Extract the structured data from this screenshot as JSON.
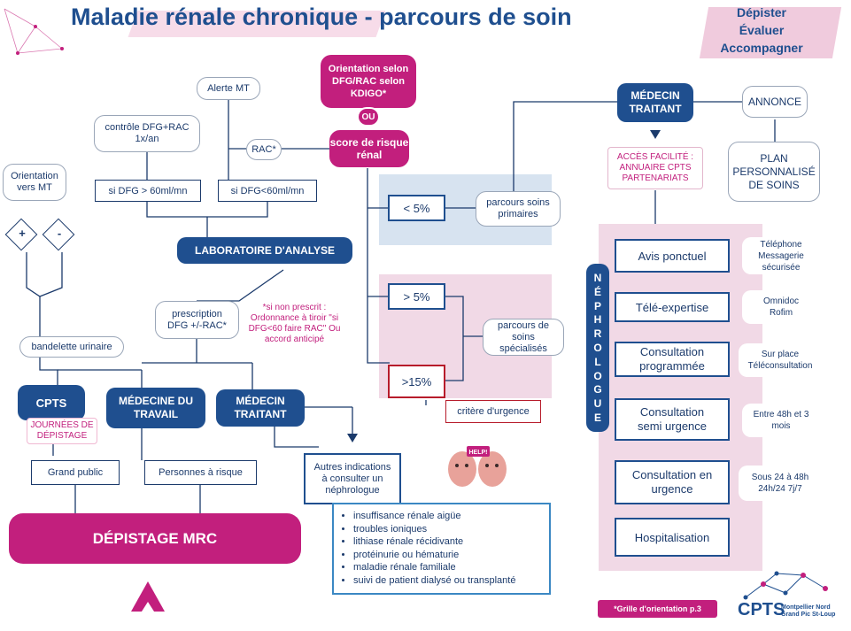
{
  "header": {
    "title": "Maladie rénale chronique - parcours de soin",
    "tagline": [
      "Dépister",
      "Évaluer",
      "Accompagner"
    ]
  },
  "orientation": {
    "kdigo": "Orientation selon DFG/RAC selon KDIGO*",
    "ou": "OU",
    "score": "score de risque rénal"
  },
  "left": {
    "alerte": "Alerte MT",
    "controle": "contrôle DFG+RAC 1x/an",
    "rac": "RAC*",
    "dfg_sup": "si DFG > 60ml/mn",
    "dfg_inf": "si DFG<60ml/mn",
    "orientation_mt": "Orientation vers MT",
    "plus": "+",
    "minus": "-",
    "laboratoire": "LABORATOIRE D'ANALYSE",
    "prescription": "prescription DFG +/-RAC*",
    "note": "*si non prescrit : Ordonnance à tiroir \"si DFG<60 faire RAC\" Ou accord anticipé",
    "bandelette": "bandelette urinaire",
    "cpts": "CPTS",
    "journees": "JOURNÉES DE DÉPISTAGE",
    "medecine_travail": "MÉDECINE DU TRAVAIL",
    "medecin_traitant": "MÉDECIN TRAITANT",
    "grand_public": "Grand public",
    "personnes_risque": "Personnes à risque",
    "depistage": "DÉPISTAGE MRC"
  },
  "middle": {
    "lt5": "< 5%",
    "gt5": "> 5%",
    "gt15": ">15%",
    "parcours_primaires": "parcours soins primaires",
    "parcours_specialises": "parcours de soins spécialisés",
    "critere_urgence": "critère d'urgence",
    "autres_indications": "Autres indications à consulter un néphrologue",
    "indications": [
      "insuffisance rénale aigüe",
      "troubles ioniques",
      "lithiase rénale récidivante",
      "protéinurie ou hématurie",
      "maladie rénale familiale",
      "suivi de patient dialysé ou transplanté"
    ],
    "mascot_label": "HELP!"
  },
  "right": {
    "medecin_traitant": "MÉDECIN TRAITANT",
    "annonce": "ANNONCE",
    "acces": "ACCÈS FACILITÉ : ANNUAIRE CPTS PARTENARIATS",
    "plan": "PLAN PERSONNALISÉ DE SOINS",
    "nephrologue_letters": [
      "N",
      "É",
      "P",
      "H",
      "R",
      "O",
      "L",
      "O",
      "G",
      "U",
      "E"
    ],
    "rows": [
      {
        "label": "Avis ponctuel",
        "side": "Téléphone Messagerie sécurisée"
      },
      {
        "label": "Télé-expertise",
        "side": "Omnidoc Rofim"
      },
      {
        "label": "Consultation programmée",
        "side": "Sur place Téléconsultation"
      },
      {
        "label": "Consultation semi urgence",
        "side": "Entre 48h et 3 mois"
      },
      {
        "label": "Consultation en urgence",
        "side": "Sous 24 à 48h 24h/24 7j/7"
      },
      {
        "label": "Hospitalisation",
        "side": ""
      }
    ]
  },
  "footer": {
    "grille": "*Grille d'orientation p.3",
    "logo": "CPTS",
    "logo_sub": "Montpellier Nord Grand Pic St-Loup"
  },
  "colors": {
    "navy": "#1f4f8f",
    "magenta": "#c21f7d",
    "blue_bg": "#d7e3f0",
    "pink_bg": "#f1d9e6",
    "red": "#b71c2b"
  }
}
